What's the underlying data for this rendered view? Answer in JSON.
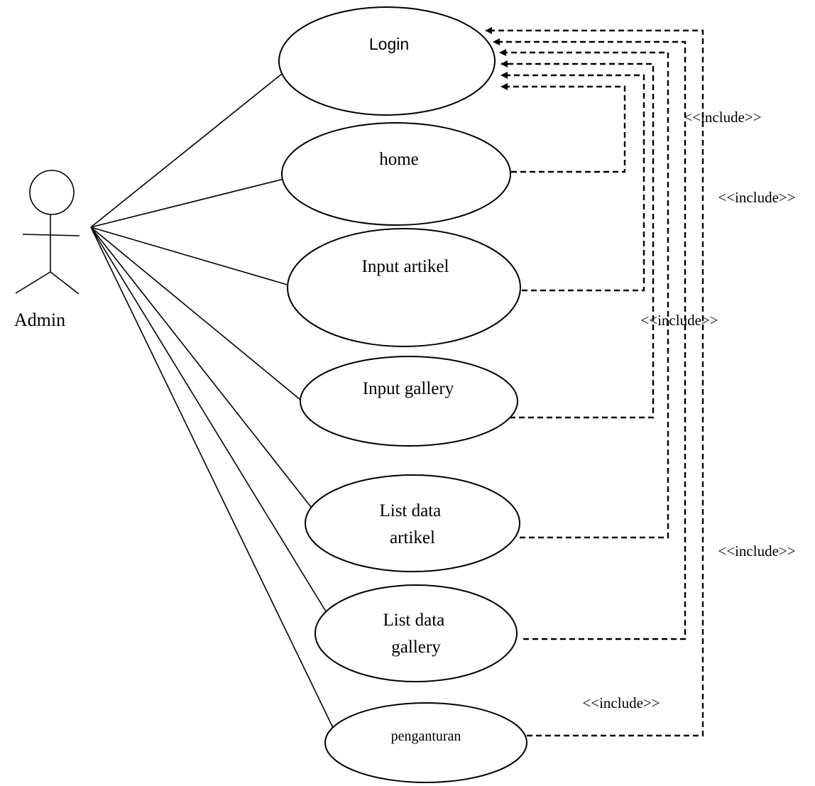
{
  "actor": {
    "name": "Admin"
  },
  "use_cases": {
    "login": "Login",
    "home": "home",
    "input_artikel": "Input artikel",
    "input_gallery": "Input gallery",
    "list_data_artikel": [
      "List data",
      "artikel"
    ],
    "list_data_gallery": [
      "List data",
      "gallery"
    ],
    "penganturan": "penganturan"
  },
  "relations": {
    "include_label": "<<include>>"
  }
}
